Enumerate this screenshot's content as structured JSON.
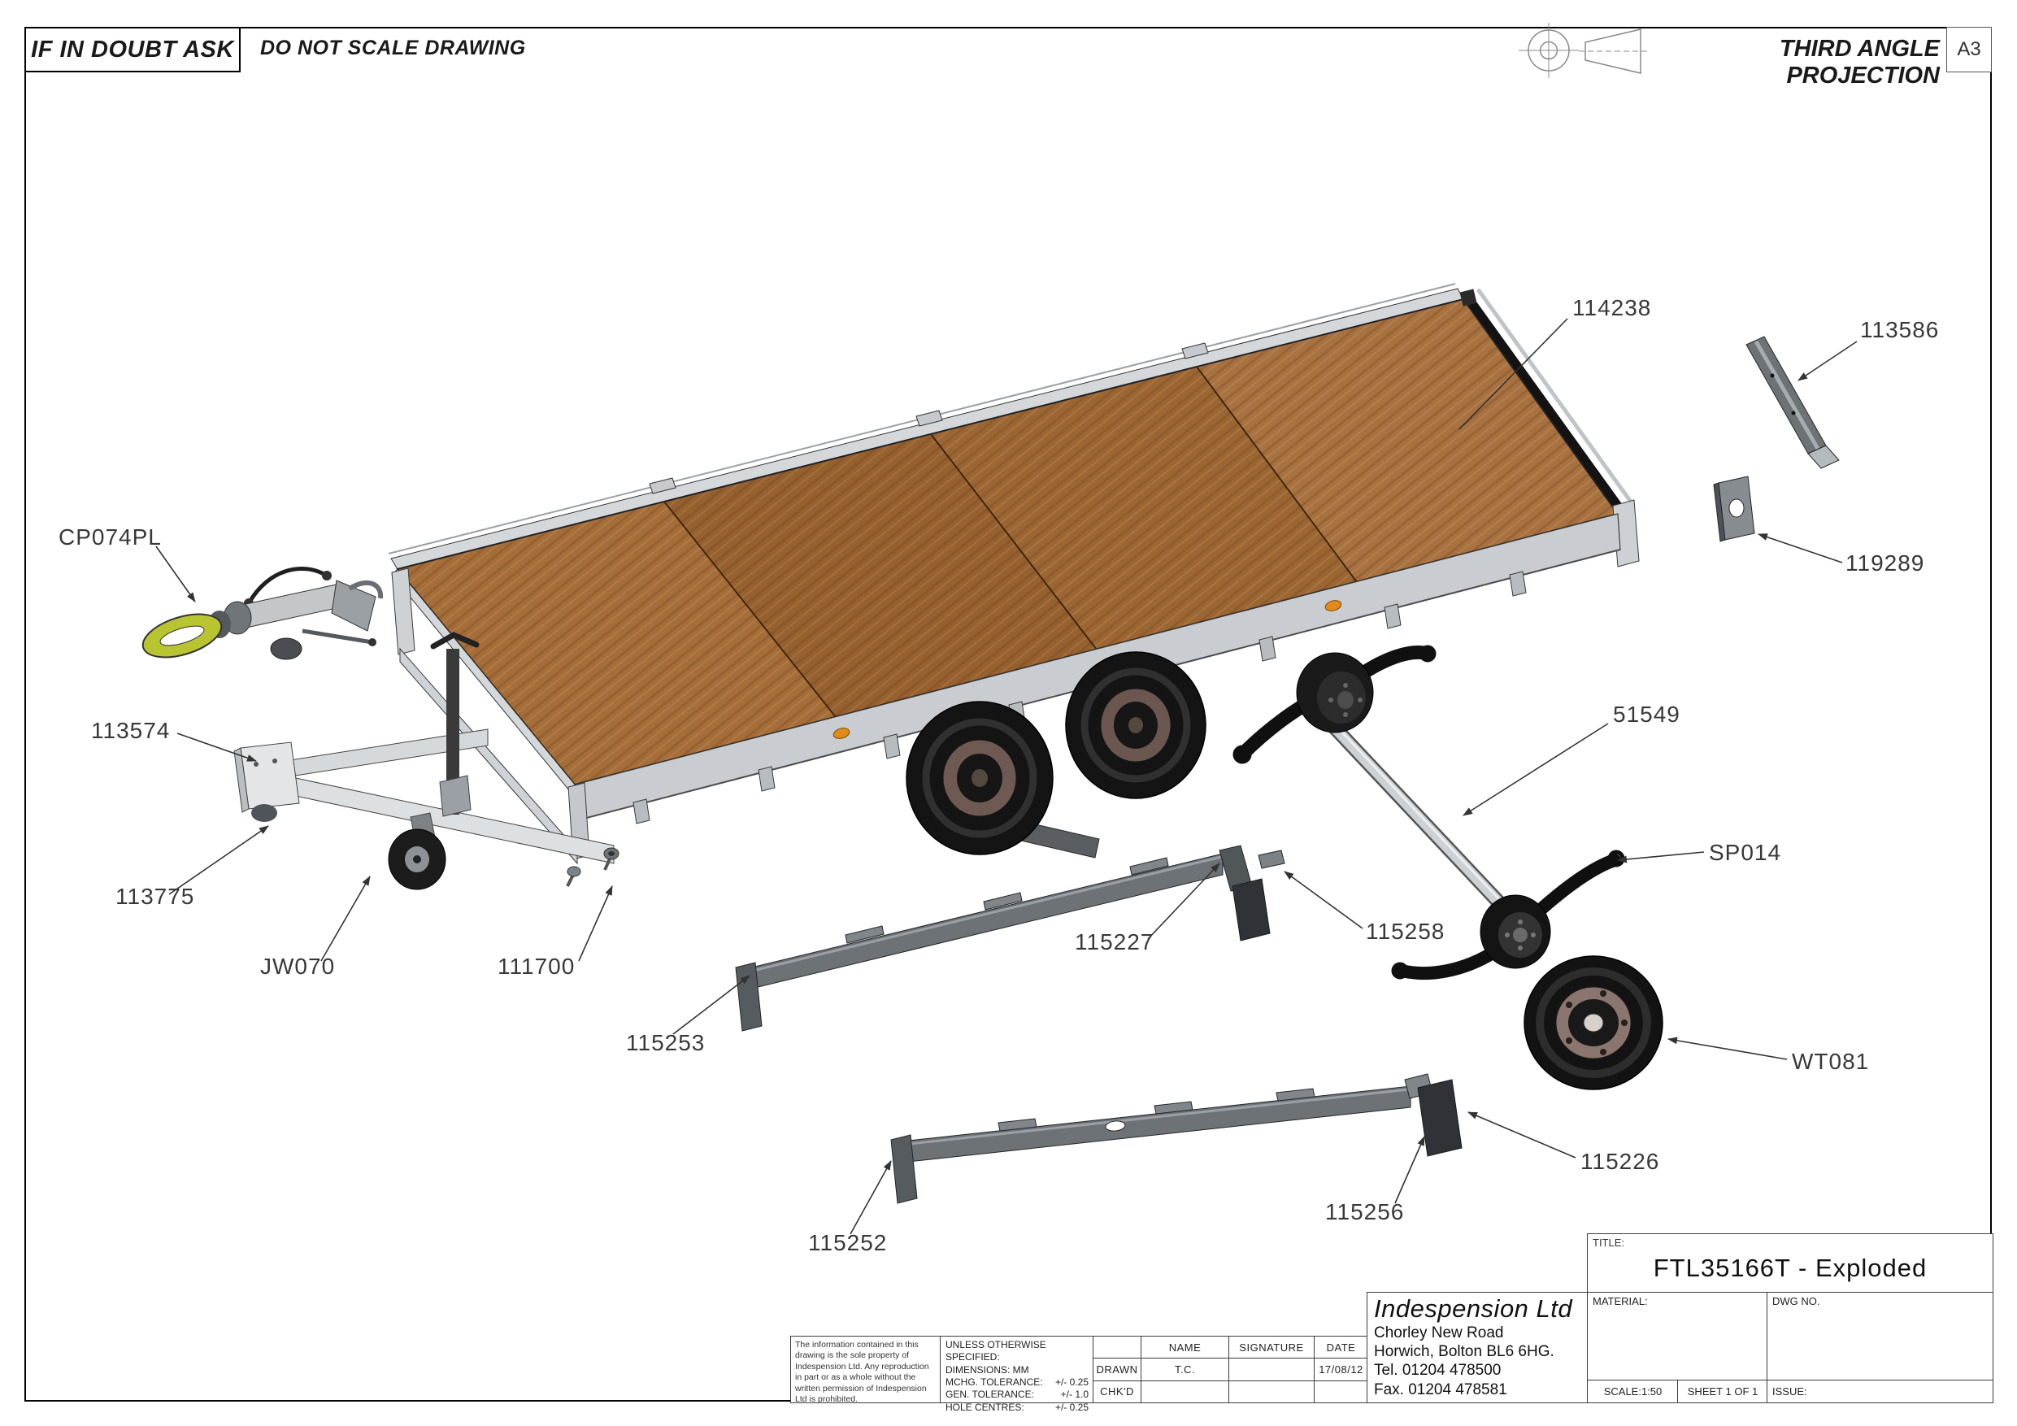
{
  "header": {
    "left_box": "IF IN DOUBT ASK",
    "note": "DO NOT SCALE DRAWING",
    "projection": "THIRD ANGLE PROJECTION",
    "sheet_size": "A3"
  },
  "part_labels": [
    {
      "id": "114238",
      "text": "114238"
    },
    {
      "id": "113586",
      "text": "113586"
    },
    {
      "id": "119289",
      "text": "119289"
    },
    {
      "id": "CP074PL",
      "text": "CP074PL"
    },
    {
      "id": "113574",
      "text": "113574"
    },
    {
      "id": "113775",
      "text": "113775"
    },
    {
      "id": "JW070",
      "text": "JW070"
    },
    {
      "id": "111700",
      "text": "111700"
    },
    {
      "id": "115253",
      "text": "115253"
    },
    {
      "id": "115227",
      "text": "115227"
    },
    {
      "id": "115258",
      "text": "115258"
    },
    {
      "id": "51549",
      "text": "51549"
    },
    {
      "id": "SP014",
      "text": "SP014"
    },
    {
      "id": "WT081",
      "text": "WT081"
    },
    {
      "id": "115226",
      "text": "115226"
    },
    {
      "id": "115256",
      "text": "115256"
    },
    {
      "id": "115252",
      "text": "115252"
    }
  ],
  "title_block": {
    "disclaimer": "The information contained in this drawing is the sole property of Indespension Ltd. Any reproduction in part or as a whole without the written permission of Indespension Ltd is prohibited.",
    "spec_title": "UNLESS OTHERWISE SPECIFIED:",
    "spec_rows": [
      {
        "label": "DIMENSIONS:  MM",
        "value": ""
      },
      {
        "label": "MCHG. TOLERANCE:",
        "value": "+/- 0.25"
      },
      {
        "label": "GEN. TOLERANCE:",
        "value": "+/- 1.0"
      },
      {
        "label": "HOLE CENTRES:",
        "value": "+/- 0.25"
      }
    ],
    "table": {
      "headers": [
        "",
        "NAME",
        "SIGNATURE",
        "DATE"
      ],
      "rows": [
        {
          "label": "DRAWN",
          "name": "T.C.",
          "signature": "",
          "date": "17/08/12"
        },
        {
          "label": "CHK'D",
          "name": "",
          "signature": "",
          "date": ""
        }
      ]
    },
    "company": {
      "name": "Indespension Ltd",
      "address1": "Chorley New Road",
      "address2": "Horwich, Bolton BL6 6HG.",
      "tel": "Tel. 01204 478500",
      "fax": "Fax. 01204 478581"
    },
    "title_label": "TITLE:",
    "title": "FTL35166T - Exploded",
    "material_label": "MATERIAL:",
    "dwg_label": "DWG NO.",
    "scale": "SCALE:1:50",
    "sheet": "SHEET 1 OF 1",
    "issue_label": "ISSUE:"
  },
  "colors": {
    "deck_wood": "#a56d38",
    "deck_wood_dark": "#96602f",
    "frame_metal": "#cfd3d6",
    "dark_steel": "#6d7277",
    "tyre_black": "#141414",
    "amber_marker": "#e08a1a",
    "coupling_handle_green": "#b9c431"
  }
}
